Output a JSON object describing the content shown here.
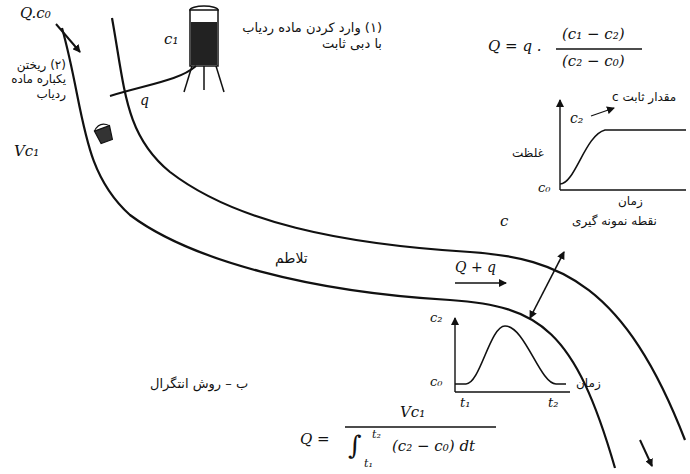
{
  "diagram": {
    "labels": [
      "Q.c₀",
      "c₁",
      "(۱) وارد کردن ماده ردیاب با دبی ثابت",
      "q",
      "(۲) ریختن یکباره ماده ردیاب",
      "Vc₁",
      "تلاطم",
      "c",
      "Q + q",
      "Q = q .",
      "(c₁ − c₂)",
      "(c₂ − c₀)",
      "مقدار ثابت c",
      "c₂",
      "غلظت",
      "c₀",
      "زمان",
      "نقطه نمونه گیری",
      "c₂",
      "c₀",
      "t₁",
      "t₂",
      "زمان",
      "ب – روش انتگرال",
      "Q =",
      "Vc₁",
      "t₂",
      "∫",
      "t₁",
      "(c₂ − c₀) dt"
    ]
  }
}
